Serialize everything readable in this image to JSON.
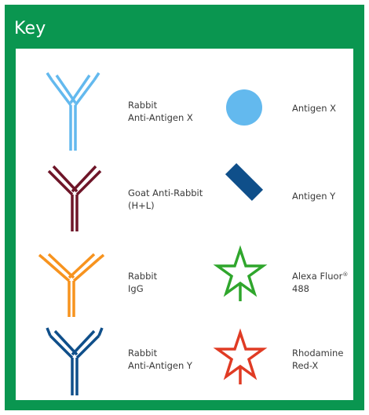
{
  "title": "Key",
  "colors": {
    "frame": "#0a9650",
    "rabbit_anti_x": "#63b9ee",
    "goat_anti_rabbit": "#6e1528",
    "rabbit_igg": "#f7931e",
    "rabbit_anti_y": "#0f4f8a",
    "antigen_x": "#63b9ee",
    "antigen_y": "#0f4f8a",
    "alexa": "#2fa62c",
    "rhodamine": "#e03b24"
  },
  "items": [
    {
      "icon": "antibody-icon",
      "line1": "Rabbit",
      "line2": "Anti-Antigen X"
    },
    {
      "icon": "circle-icon",
      "line1": "Antigen X",
      "line2": ""
    },
    {
      "icon": "antibody-icon",
      "line1": "Goat Anti-Rabbit",
      "line2": "(H+L)"
    },
    {
      "icon": "rectangle-icon",
      "line1": "Antigen Y",
      "line2": ""
    },
    {
      "icon": "antibody-icon",
      "line1": "Rabbit",
      "line2": "IgG"
    },
    {
      "icon": "star-icon",
      "line1": "Alexa Fluor",
      "sup": "®",
      "line2": "488"
    },
    {
      "icon": "antibody-icon",
      "line1": "Rabbit",
      "line2": "Anti-Antigen Y"
    },
    {
      "icon": "star-icon",
      "line1": "Rhodamine",
      "line2": "Red-X"
    }
  ]
}
